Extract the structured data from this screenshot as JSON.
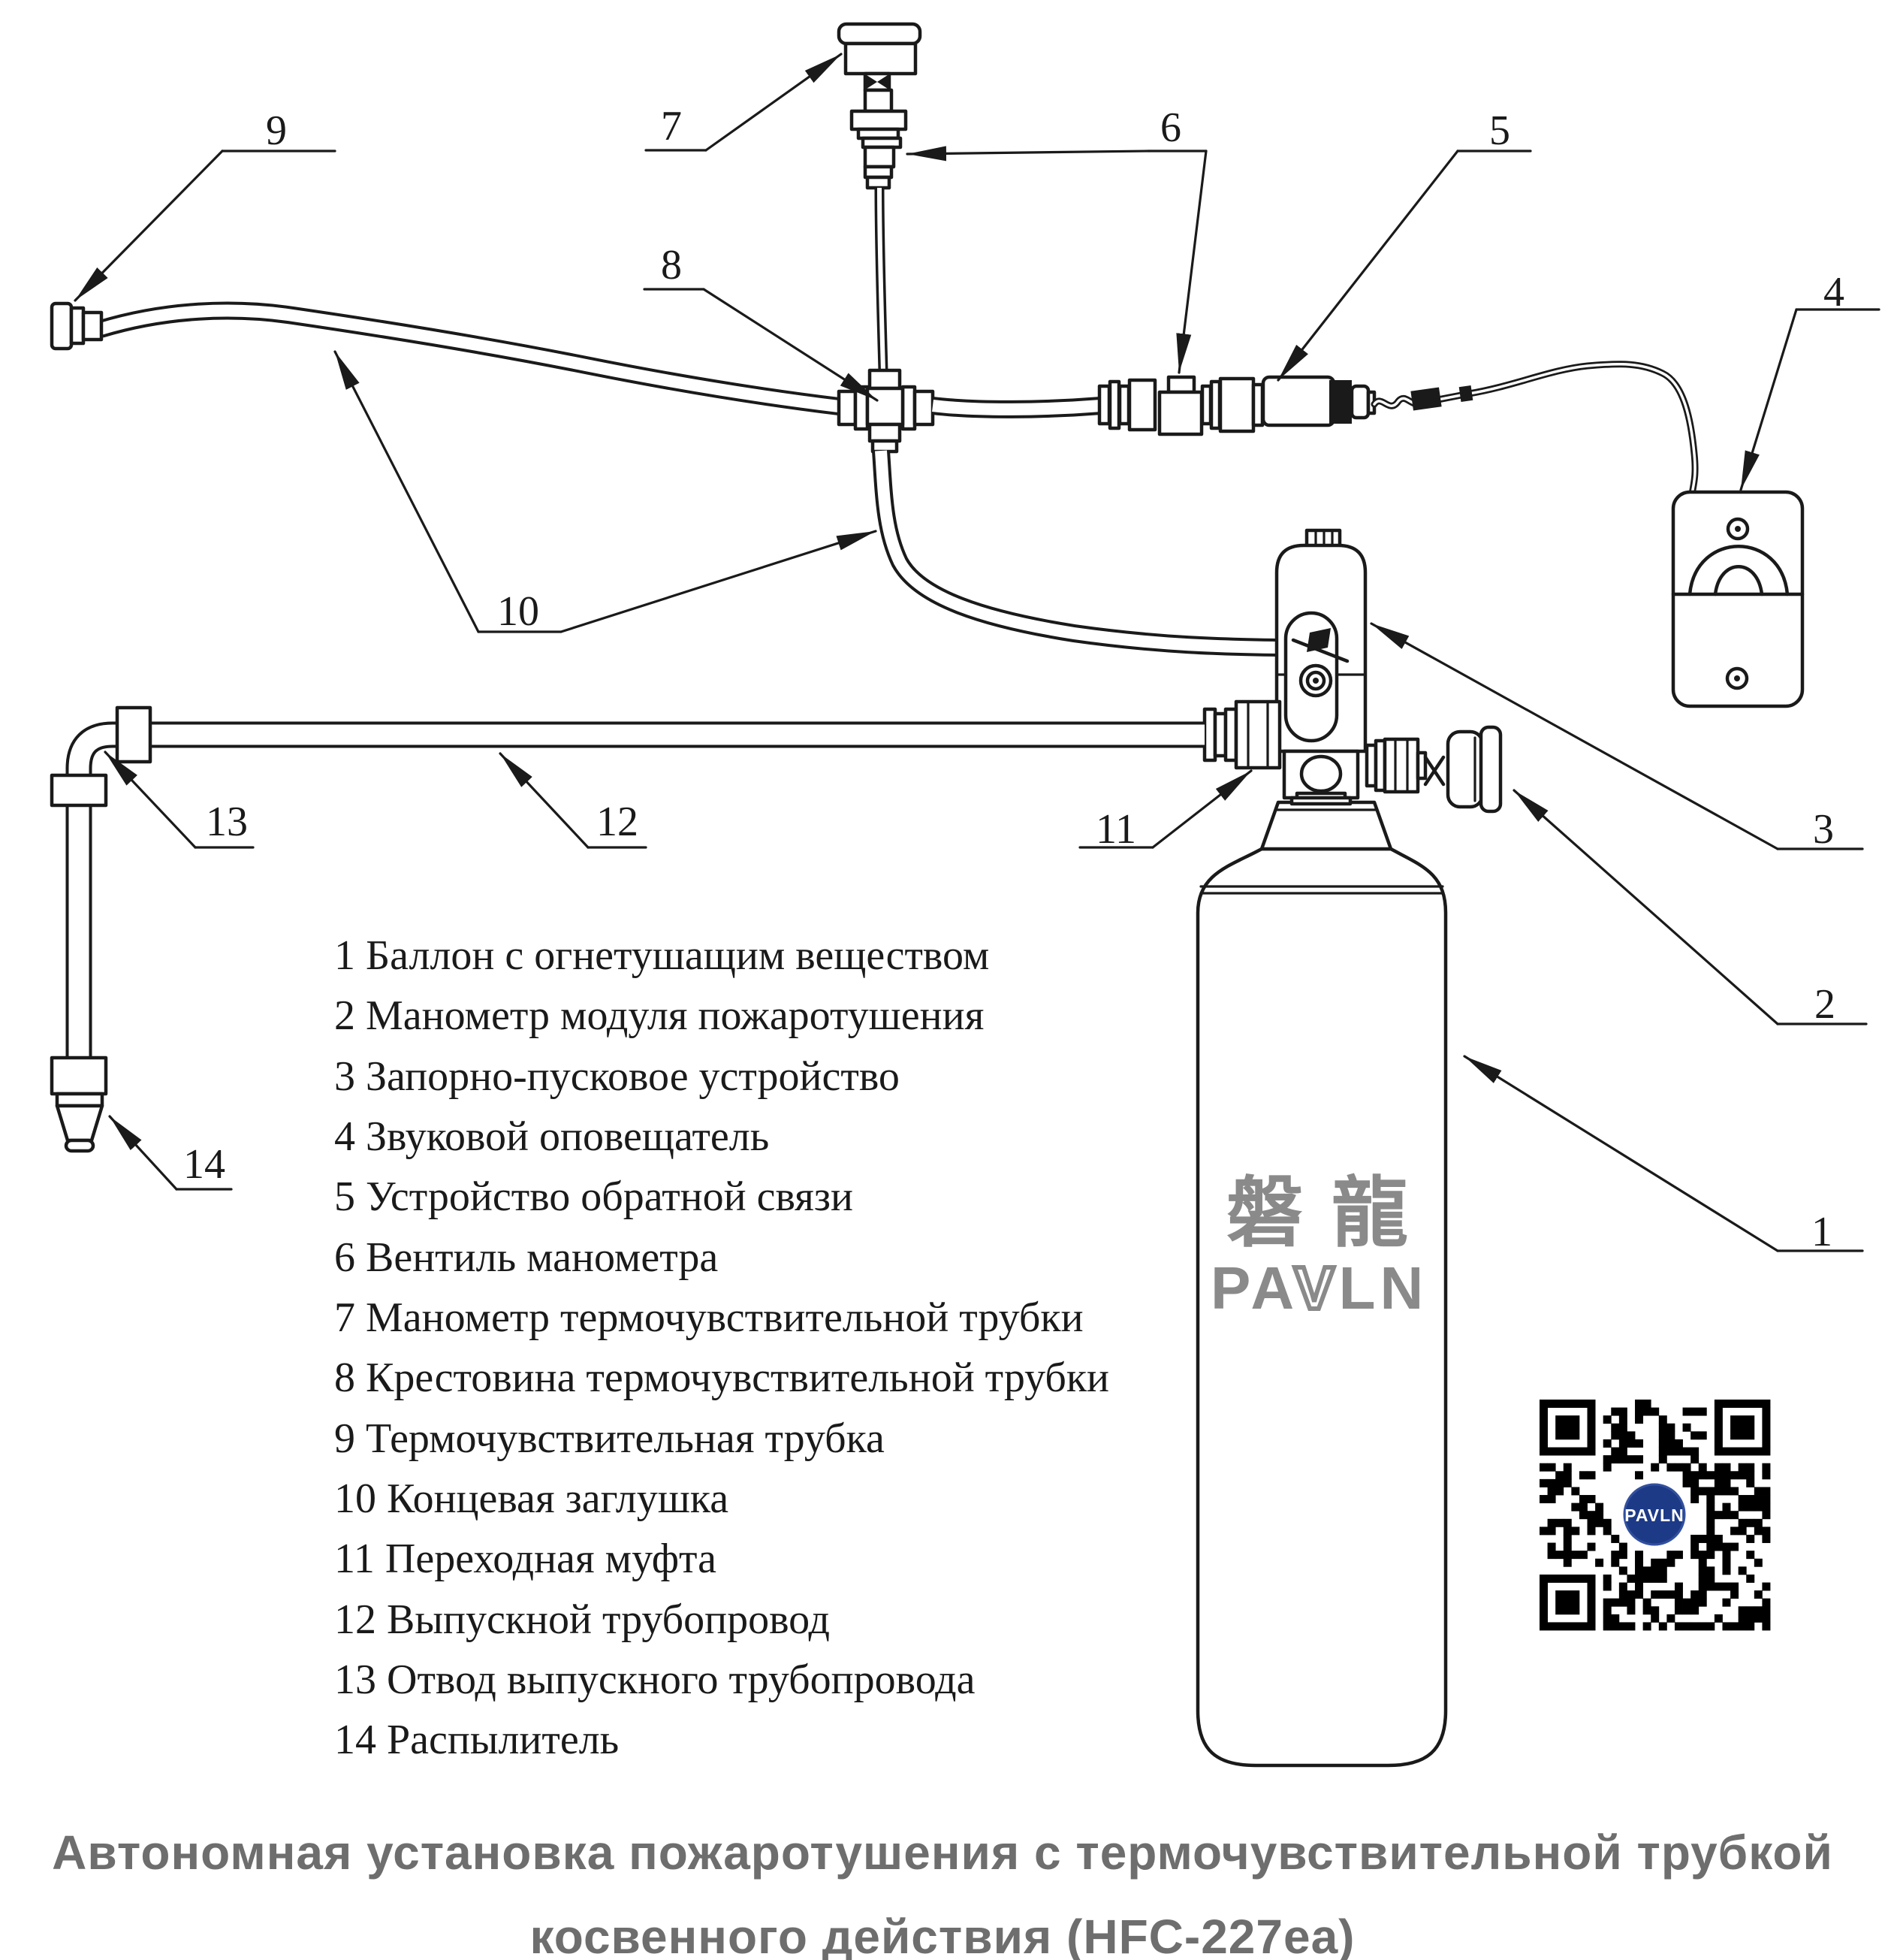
{
  "callouts": {
    "numbers": [
      "1",
      "2",
      "3",
      "4",
      "5",
      "6",
      "7",
      "8",
      "9",
      "10",
      "11",
      "12",
      "13",
      "14"
    ]
  },
  "legend": {
    "items": [
      "1 Баллон с огнетушащим веществом",
      "2 Манометр модуля пожаротушения",
      "3 Запорно-пусковое устройство",
      "4 Звуковой оповещатель",
      "5 Устройство обратной связи",
      "6 Вентиль манометра",
      "7 Манометр термочувствительной трубки",
      "8 Крестовина термочувствительной трубки",
      "9 Термочувствительная трубка",
      "10 Концевая заглушка",
      "11 Переходная муфта",
      "12 Выпускной трубопровод",
      "13 Отвод выпускного трубопровода",
      "14 Распылитель"
    ]
  },
  "logo": {
    "hanzi": "磐龍",
    "latin_pa": "PA",
    "latin_v": "V",
    "latin_ln": "LN"
  },
  "qr": {
    "label": "PAVLN"
  },
  "title": {
    "line1": "Автономная установка пожаротушения с термочувствительной трубкой",
    "line2": "косвенного действия (HFC-227ea)"
  },
  "colors": {
    "line": "#1a1a1a",
    "logo_gray": "#8a8a8a",
    "title_gray": "#6e6e6e",
    "qr_blue": "#1c3a86"
  }
}
